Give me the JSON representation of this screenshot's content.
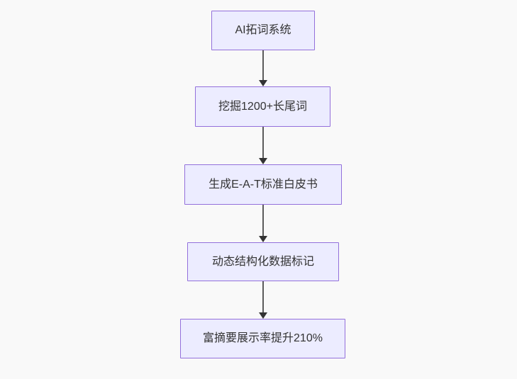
{
  "diagram": {
    "type": "flowchart",
    "direction": "top-down",
    "nodes": [
      {
        "id": "A",
        "label": "AI拓词系统"
      },
      {
        "id": "B",
        "label": "挖掘1200+长尾词"
      },
      {
        "id": "C",
        "label": "生成E-A-T标准白皮书"
      },
      {
        "id": "D",
        "label": "动态结构化数据标记"
      },
      {
        "id": "E",
        "label": "富摘要展示率提升210%"
      }
    ],
    "edges": [
      {
        "from": "A",
        "to": "B"
      },
      {
        "from": "B",
        "to": "C"
      },
      {
        "from": "C",
        "to": "D"
      },
      {
        "from": "D",
        "to": "E"
      }
    ],
    "colors": {
      "node_fill": "#ECECFF",
      "node_border": "#9370DB",
      "edge_line": "#5b5b5b",
      "arrowhead": "#333333",
      "text": "#333333",
      "background": "#f9f9f9"
    }
  }
}
